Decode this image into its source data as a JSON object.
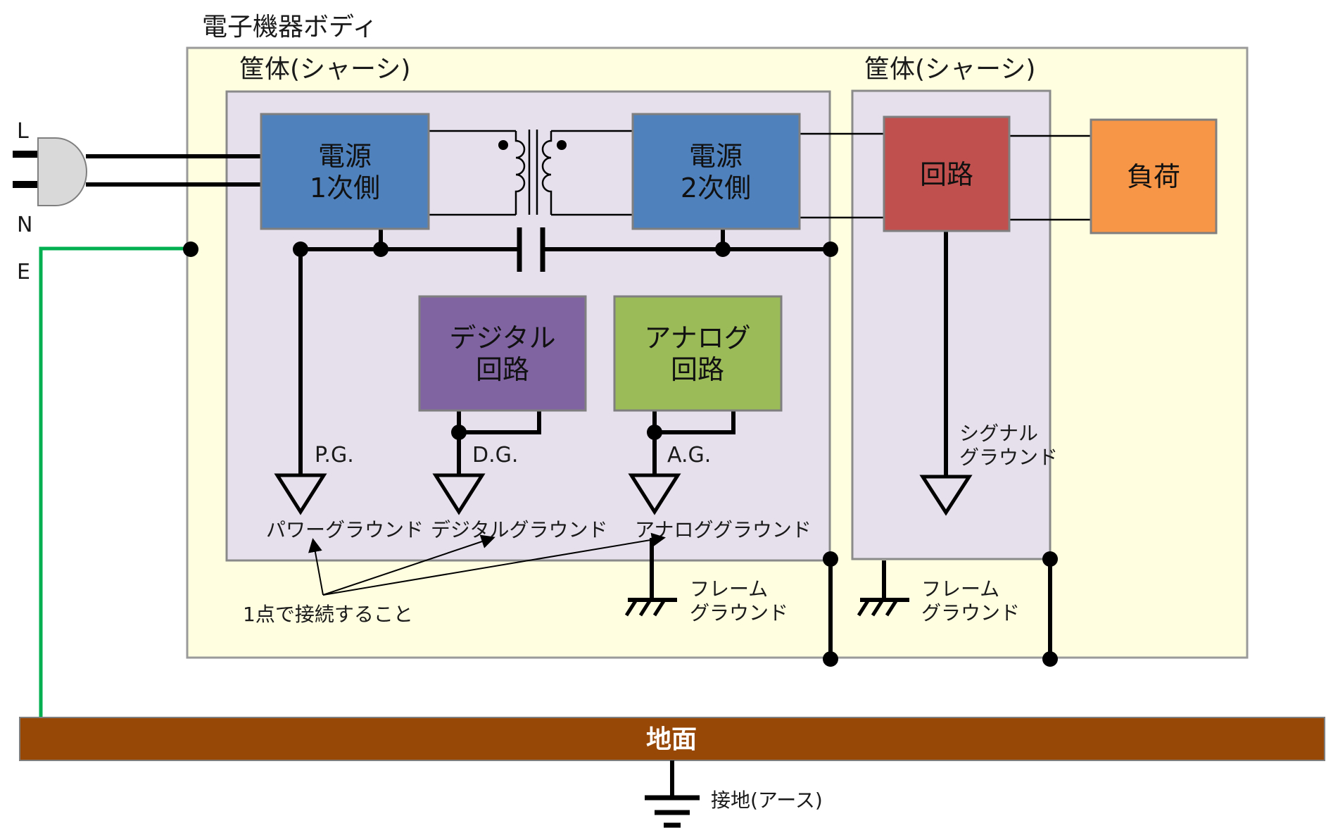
{
  "title": "電子機器ボディ",
  "chassis_left_label": "筐体(シャーシ)",
  "chassis_right_label": "筐体(シャーシ)",
  "plug": {
    "L": "L",
    "N": "N",
    "E": "E"
  },
  "boxes": {
    "psu_primary": [
      "電源",
      "1次側"
    ],
    "psu_secondary": [
      "電源",
      "2次側"
    ],
    "circuit": "回路",
    "load": "負荷",
    "digital": [
      "デジタル",
      "回路"
    ],
    "analog": [
      "アナログ",
      "回路"
    ]
  },
  "ground_labels": {
    "pg": "P.G.",
    "dg": "D.G.",
    "ag": "A.G.",
    "power": "パワーグラウンド",
    "digital": "デジタルグラウンド",
    "analog": "アナロググラウンド",
    "signal": [
      "シグナル",
      "グラウンド"
    ],
    "frame1": [
      "フレーム",
      "グラウンド"
    ],
    "frame2": [
      "フレーム",
      "グラウンド"
    ]
  },
  "note_single_point": "1点で接続すること",
  "earth_plane": "地面",
  "earth_ground": "接地(アース)",
  "colors": {
    "body_bg": "#fffee0",
    "chassis_bg": "#e6e0ec",
    "psu": "#4f81bd",
    "circuit": "#c0504d",
    "load": "#f79646",
    "digital": "#8064a2",
    "analog": "#9bbb59",
    "earth": "#974706",
    "earth_wire": "#00b050"
  }
}
